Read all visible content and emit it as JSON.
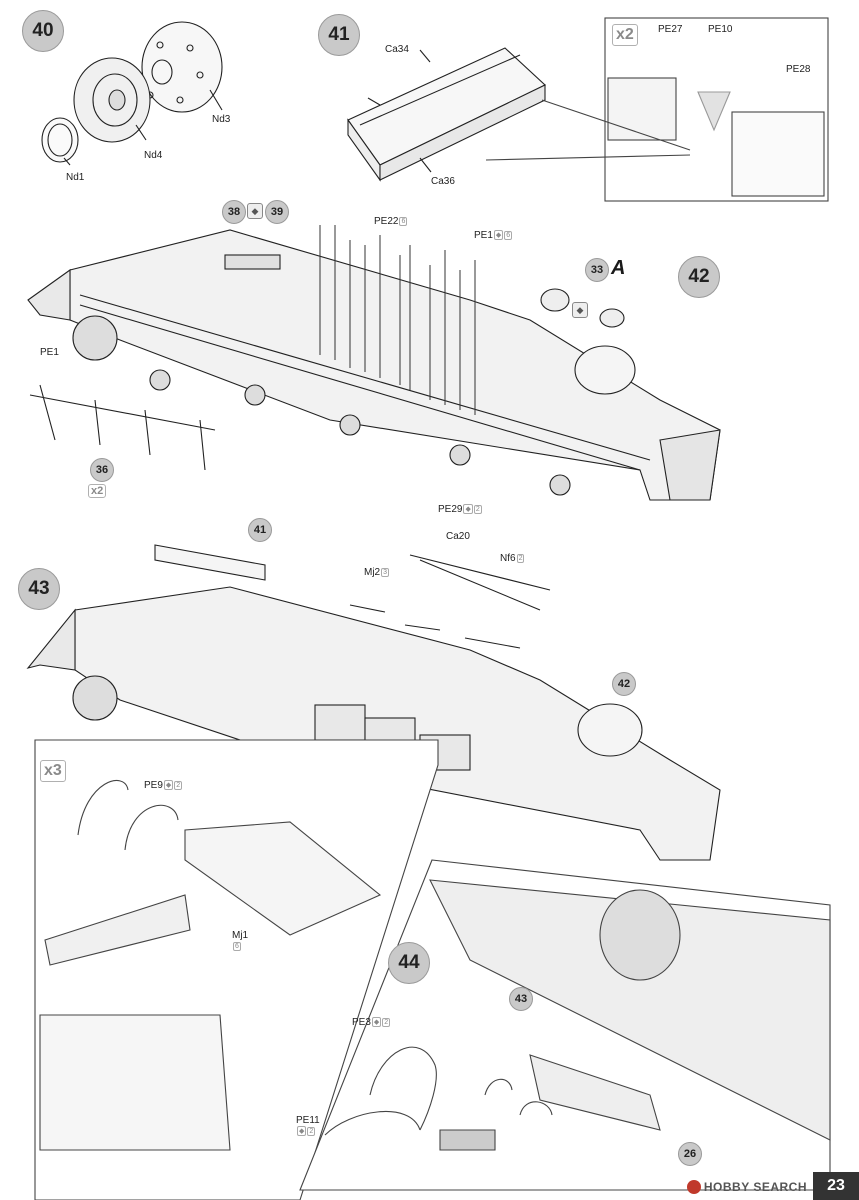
{
  "steps": {
    "s40": "40",
    "s41": "41",
    "s42": "42",
    "s43": "43",
    "s44": "44"
  },
  "refs": {
    "r38": "38",
    "r39": "39",
    "r33": "33",
    "r36": "36",
    "r41": "41",
    "r42": "42",
    "r43": "43",
    "r26": "26"
  },
  "letter_a": "A",
  "quantities": {
    "x2_step41": "x2",
    "x2_step42": "x2",
    "x3_step43": "x3"
  },
  "parts": {
    "nd3": "Nd3",
    "nd4": "Nd4",
    "nd1": "Nd1",
    "ca34": "Ca34",
    "ca36": "Ca36",
    "pe27": "PE27",
    "pe10": "PE10",
    "pe28": "PE28",
    "pe22": "PE22",
    "pe22_qty": "6",
    "pe1_a": "PE1",
    "pe1_a_qty": "6",
    "pe1_b": "PE1",
    "pe29": "PE29",
    "pe29_qty": "2",
    "ca20": "Ca20",
    "nf6": "Nf6",
    "nf6_qty": "2",
    "mj2": "Mj2",
    "mj2_qty": "3",
    "pe9": "PE9",
    "pe9_qty": "2",
    "mj1": "Mj1",
    "mj1_qty": "6",
    "pe3": "PE3",
    "pe3_qty": "2",
    "pe11": "PE11",
    "pe11_qty": "2"
  },
  "footer": {
    "brand": "HOBBY SEARCH",
    "page": "23"
  },
  "colors": {
    "step_fill": "#c9c9c9",
    "line": "#222222",
    "hull": "#f0f0f0"
  }
}
